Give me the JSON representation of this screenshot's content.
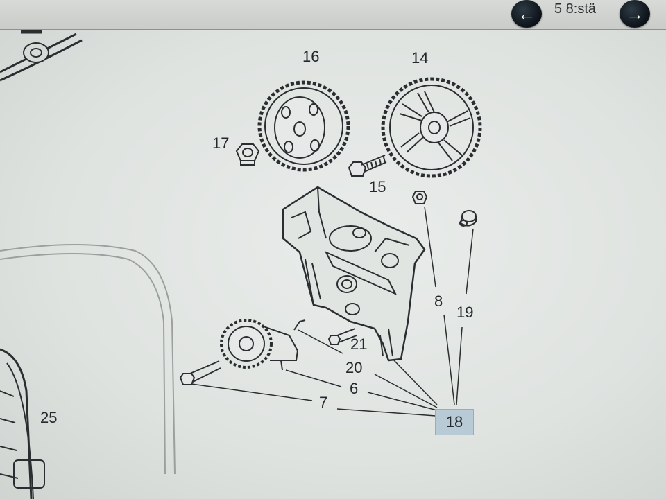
{
  "toolbar": {
    "prev_icon": "arrow-left-icon",
    "next_icon": "arrow-right-icon",
    "page_label": "5 8:stä"
  },
  "callouts": {
    "c16": "16",
    "c14": "14",
    "c17": "17",
    "c15": "15",
    "c8": "8",
    "c19": "19",
    "c21": "21",
    "c20": "20",
    "c6": "6",
    "c7": "7",
    "c18": "18",
    "c25": "25"
  },
  "colors": {
    "background": "#dfe3e0",
    "line_art": "#2b2e30",
    "callout_highlight": "#b9cad7"
  }
}
